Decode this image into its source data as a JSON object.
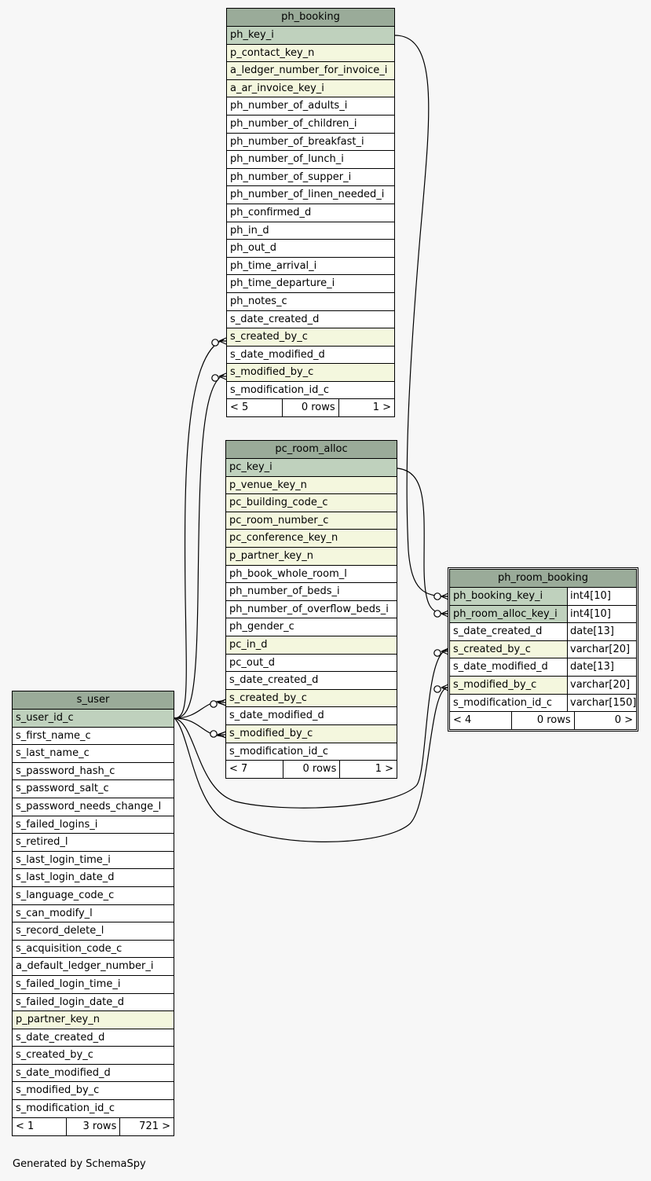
{
  "tables": {
    "ph_booking": {
      "name": "ph_booking",
      "columns": [
        {
          "name": "ph_key_i",
          "kind": "pk"
        },
        {
          "name": "p_contact_key_n",
          "kind": "fk"
        },
        {
          "name": "a_ledger_number_for_invoice_i",
          "kind": "fk"
        },
        {
          "name": "a_ar_invoice_key_i",
          "kind": "fk"
        },
        {
          "name": "ph_number_of_adults_i",
          "kind": ""
        },
        {
          "name": "ph_number_of_children_i",
          "kind": ""
        },
        {
          "name": "ph_number_of_breakfast_i",
          "kind": ""
        },
        {
          "name": "ph_number_of_lunch_i",
          "kind": ""
        },
        {
          "name": "ph_number_of_supper_i",
          "kind": ""
        },
        {
          "name": "ph_number_of_linen_needed_i",
          "kind": ""
        },
        {
          "name": "ph_confirmed_d",
          "kind": ""
        },
        {
          "name": "ph_in_d",
          "kind": ""
        },
        {
          "name": "ph_out_d",
          "kind": ""
        },
        {
          "name": "ph_time_arrival_i",
          "kind": ""
        },
        {
          "name": "ph_time_departure_i",
          "kind": ""
        },
        {
          "name": "ph_notes_c",
          "kind": ""
        },
        {
          "name": "s_date_created_d",
          "kind": ""
        },
        {
          "name": "s_created_by_c",
          "kind": "fk"
        },
        {
          "name": "s_date_modified_d",
          "kind": ""
        },
        {
          "name": "s_modified_by_c",
          "kind": "fk"
        },
        {
          "name": "s_modification_id_c",
          "kind": ""
        }
      ],
      "footer": [
        "< 5",
        "0 rows",
        "1 >"
      ]
    },
    "pc_room_alloc": {
      "name": "pc_room_alloc",
      "columns": [
        {
          "name": "pc_key_i",
          "kind": "pk"
        },
        {
          "name": "p_venue_key_n",
          "kind": "fk"
        },
        {
          "name": "pc_building_code_c",
          "kind": "fk"
        },
        {
          "name": "pc_room_number_c",
          "kind": "fk"
        },
        {
          "name": "pc_conference_key_n",
          "kind": "fk"
        },
        {
          "name": "p_partner_key_n",
          "kind": "fk"
        },
        {
          "name": "ph_book_whole_room_l",
          "kind": ""
        },
        {
          "name": "ph_number_of_beds_i",
          "kind": ""
        },
        {
          "name": "ph_number_of_overflow_beds_i",
          "kind": ""
        },
        {
          "name": "ph_gender_c",
          "kind": ""
        },
        {
          "name": "pc_in_d",
          "kind": "fk"
        },
        {
          "name": "pc_out_d",
          "kind": ""
        },
        {
          "name": "s_date_created_d",
          "kind": ""
        },
        {
          "name": "s_created_by_c",
          "kind": "fk"
        },
        {
          "name": "s_date_modified_d",
          "kind": ""
        },
        {
          "name": "s_modified_by_c",
          "kind": "fk"
        },
        {
          "name": "s_modification_id_c",
          "kind": ""
        }
      ],
      "footer": [
        "< 7",
        "0 rows",
        "1 >"
      ]
    },
    "ph_room_booking": {
      "name": "ph_room_booking",
      "columns": [
        {
          "name": "ph_booking_key_i",
          "type": "int4[10]",
          "kind": "pk"
        },
        {
          "name": "ph_room_alloc_key_i",
          "type": "int4[10]",
          "kind": "pk"
        },
        {
          "name": "s_date_created_d",
          "type": "date[13]",
          "kind": ""
        },
        {
          "name": "s_created_by_c",
          "type": "varchar[20]",
          "kind": "fk"
        },
        {
          "name": "s_date_modified_d",
          "type": "date[13]",
          "kind": ""
        },
        {
          "name": "s_modified_by_c",
          "type": "varchar[20]",
          "kind": "fk"
        },
        {
          "name": "s_modification_id_c",
          "type": "varchar[150]",
          "kind": ""
        }
      ],
      "footer": [
        "< 4",
        "0 rows",
        "0 >"
      ]
    },
    "s_user": {
      "name": "s_user",
      "columns": [
        {
          "name": "s_user_id_c",
          "kind": "pk"
        },
        {
          "name": "s_first_name_c",
          "kind": ""
        },
        {
          "name": "s_last_name_c",
          "kind": ""
        },
        {
          "name": "s_password_hash_c",
          "kind": ""
        },
        {
          "name": "s_password_salt_c",
          "kind": ""
        },
        {
          "name": "s_password_needs_change_l",
          "kind": ""
        },
        {
          "name": "s_failed_logins_i",
          "kind": ""
        },
        {
          "name": "s_retired_l",
          "kind": ""
        },
        {
          "name": "s_last_login_time_i",
          "kind": ""
        },
        {
          "name": "s_last_login_date_d",
          "kind": ""
        },
        {
          "name": "s_language_code_c",
          "kind": ""
        },
        {
          "name": "s_can_modify_l",
          "kind": ""
        },
        {
          "name": "s_record_delete_l",
          "kind": ""
        },
        {
          "name": "s_acquisition_code_c",
          "kind": ""
        },
        {
          "name": "a_default_ledger_number_i",
          "kind": ""
        },
        {
          "name": "s_failed_login_time_i",
          "kind": ""
        },
        {
          "name": "s_failed_login_date_d",
          "kind": ""
        },
        {
          "name": "p_partner_key_n",
          "kind": "fk"
        },
        {
          "name": "s_date_created_d",
          "kind": ""
        },
        {
          "name": "s_created_by_c",
          "kind": ""
        },
        {
          "name": "s_date_modified_d",
          "kind": ""
        },
        {
          "name": "s_modified_by_c",
          "kind": ""
        },
        {
          "name": "s_modification_id_c",
          "kind": ""
        }
      ],
      "footer": [
        "< 1",
        "3 rows",
        "721 >"
      ]
    }
  },
  "footer_text": "Generated by SchemaSpy"
}
